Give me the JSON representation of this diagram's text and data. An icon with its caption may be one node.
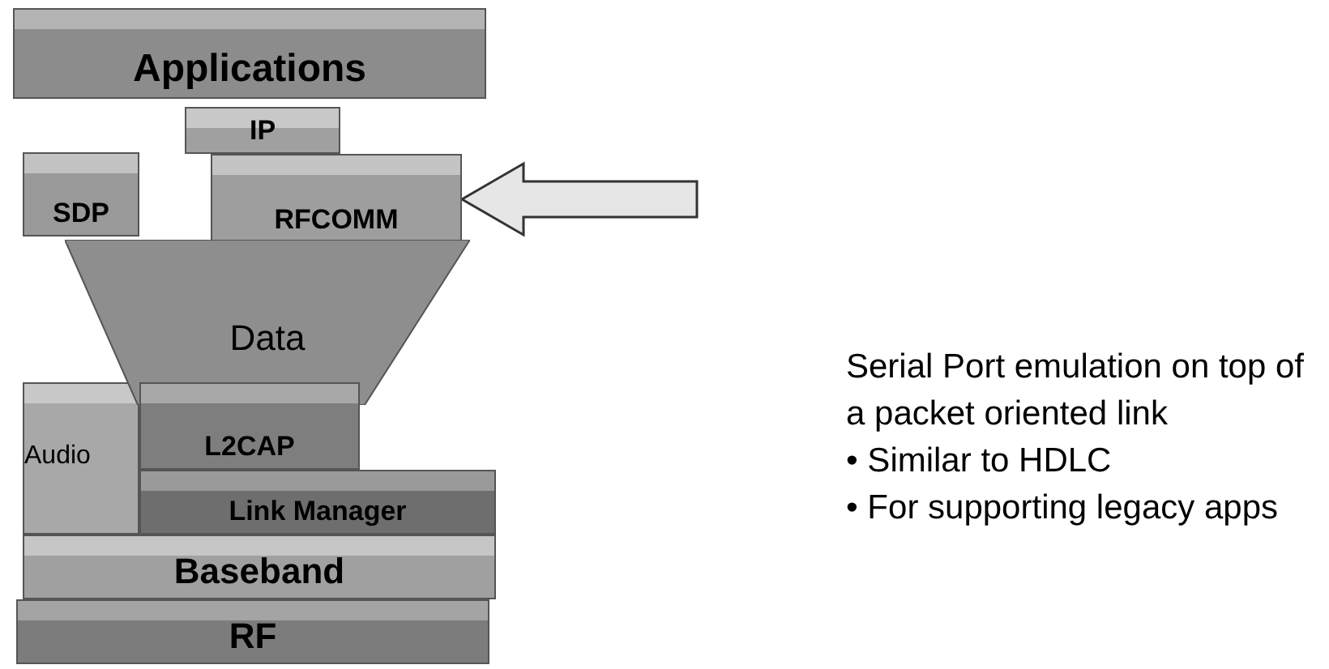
{
  "diagram": {
    "nodes": [
      {
        "text": [
          "Applications"
        ]
      },
      {
        "text": [
          "SDP"
        ]
      },
      {
        "text": [
          "IP"
        ]
      },
      {
        "text": [
          "RFCOMM"
        ]
      },
      {
        "text": [
          "Data"
        ]
      },
      {
        "text": [
          "Audio"
        ]
      },
      {
        "text": [
          "L2CAP"
        ]
      },
      {
        "text": [
          "Link Manager"
        ]
      },
      {
        "text": [
          "Baseband"
        ]
      },
      {
        "text": [
          "RF"
        ]
      }
    ],
    "edges": [
      {
        "from": null,
        "to": 3,
        "arrow": "to"
      }
    ],
    "labels": [
      "Serial Port emulation on top of a packet oriented link",
      "• Similar to HDLC",
      "• For supporting legacy apps"
    ]
  }
}
